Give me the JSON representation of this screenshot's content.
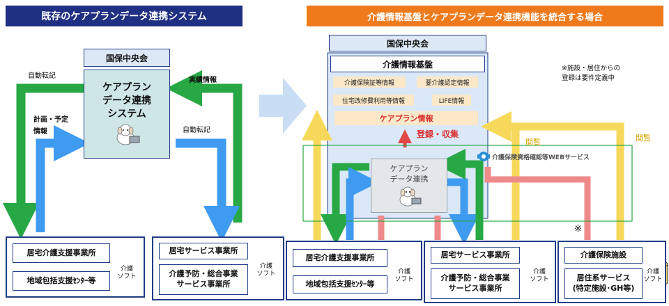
{
  "left": {
    "header": "既存のケアプランデータ連携システム",
    "kokuho": "国保中央会",
    "system_lines": [
      "ケアプラン",
      "データ連携",
      "システム"
    ],
    "auto_transfer_left": "自動転記",
    "plan_info_lines": [
      "計画・予定",
      "情報"
    ],
    "results_info": "実績情報",
    "auto_transfer_right": "自動転記",
    "office1_a": "居宅介護支援事業所",
    "office1_b": "地域包括支援ｾﾝﾀｰ等",
    "office2_a": "居宅サービス事業所",
    "office2_b_lines": [
      "介護予防・総合事業",
      "サービス事業所"
    ],
    "software_lines": [
      "介護",
      "ソフト"
    ]
  },
  "right": {
    "header": "介護情報基盤とケアプランデータ連携機能を統合する場合",
    "kokuho": "国保中央会",
    "platform_title": "介護情報基盤",
    "chip1": "介護保険証等情報",
    "chip2": "要介護認定情報",
    "chip3": "住宅改修費利用等情報",
    "chip4": "LIFE情報",
    "careplan_info": "ケアプラン情報",
    "register": "登録・収集",
    "note_lines": [
      "※施設・居住からの",
      "登録は要件定義中"
    ],
    "view1": "閲覧",
    "view2": "閲覧",
    "web_service": "介護保険資格確認等WEBサービス",
    "link_lines": [
      "ケアプラン",
      "データ連携"
    ],
    "asterisk": "※",
    "office1_a": "居宅介護支援事業所",
    "office1_b": "地域包括支援ｾﾝﾀｰ等",
    "office2_a": "居宅サービス事業所",
    "office2_b_lines": [
      "介護予防・総合事業",
      "サービス事業所"
    ],
    "office3_a": "介護保険施設",
    "office3_b_lines": [
      "居住系サービス",
      "(特定施設･GH等)"
    ],
    "software_lines": [
      "介護",
      "ソフト"
    ]
  },
  "colors": {
    "navy": "#1f2f82",
    "orange": "#ee7a1c",
    "green": "#27a844",
    "blue": "#3f9bf0",
    "yellow": "#f6d95a",
    "pink": "#ef8a8a",
    "red": "#e04848",
    "big_arrow": "#c9ddf5"
  }
}
